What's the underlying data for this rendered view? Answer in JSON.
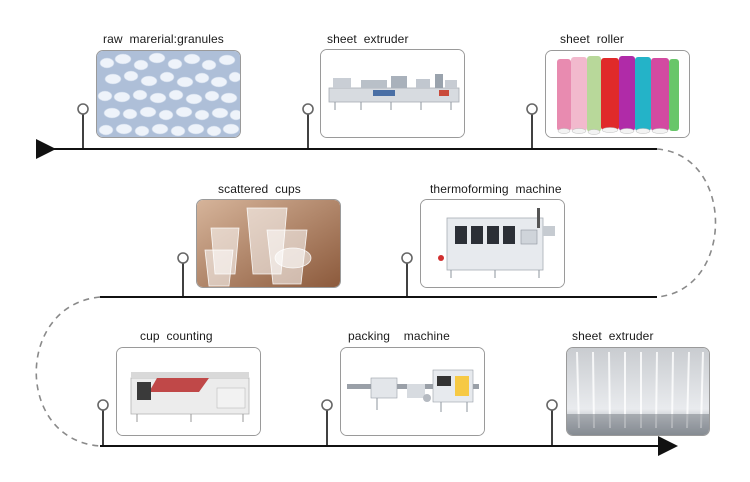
{
  "steps": [
    {
      "label": "raw  marerial:granules",
      "icon": "granules-photo"
    },
    {
      "label": "sheet  extruder",
      "icon": "extruder-machine-photo"
    },
    {
      "label": "sheet  roller",
      "icon": "sheet-rolls-photo"
    },
    {
      "label": "scattered  cups",
      "icon": "plastic-cups-photo"
    },
    {
      "label": "thermoforming  machine",
      "icon": "thermoforming-machine-photo"
    },
    {
      "label": "cup  counting",
      "icon": "counting-machine-photo"
    },
    {
      "label": "packing    machine",
      "icon": "packing-machine-photo"
    },
    {
      "label": "sheet  extruder",
      "icon": "stacked-cups-photo"
    }
  ],
  "colors": {
    "line": "#111111",
    "dashed": "#8a8a8a",
    "node": "#666666",
    "card_border": "#9a9a9a"
  }
}
